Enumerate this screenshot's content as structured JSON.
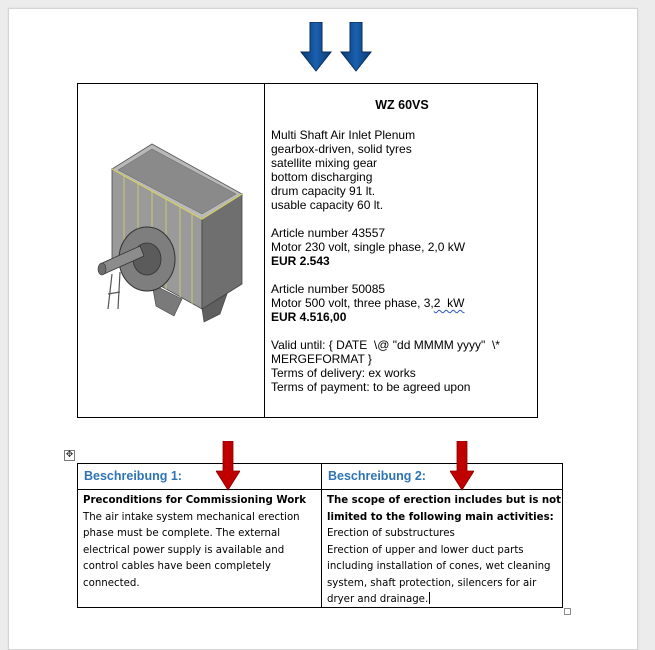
{
  "product": {
    "title": "WZ 60VS",
    "description": [
      "Multi Shaft Air Inlet Plenum",
      "gearbox-driven, solid tyres",
      "satellite mixing gear",
      "bottom discharging",
      "drum capacity 91 lt.",
      "usable capacity 60 lt."
    ],
    "option1": {
      "article": "Article number 43557",
      "motor": "Motor 230 volt, single phase, 2,0 kW",
      "price": "EUR 2.543"
    },
    "option2": {
      "article": "Article number 50085",
      "motor_prefix": "Motor 500 volt, three phase, 3,",
      "motor_squiggle": "2  kW",
      "price": "EUR 4.516,00"
    },
    "valid_line1": "Valid until: { DATE  \\@ \"dd MMMM yyyy\"  \\*",
    "valid_line2": "MERGEFORMAT }",
    "delivery": "Terms of delivery: ex works",
    "payment": "Terms of payment: to be agreed upon"
  },
  "description_table": {
    "col1": {
      "header": "Beschreibung 1:",
      "title": "Preconditions for Commissioning Work",
      "lines": [
        "The air intake system mechanical erection",
        "phase must be complete. The external",
        "electrical power supply is available and",
        "control cables have been completely",
        "connected."
      ]
    },
    "col2": {
      "header": "Beschreibung 2:",
      "title_lines": [
        "The scope of erection includes but is not",
        "limited to the following main activities:"
      ],
      "lines": [
        "Erection of substructures",
        "Erection of upper and lower duct parts",
        "including installation of cones, wet cleaning",
        "system, shaft protection, silencers for air",
        "dryer and drainage."
      ]
    }
  },
  "icons": {
    "move_handle": "move-arrows-icon",
    "resize_handle": "resize-handle-icon"
  },
  "colors": {
    "header_blue": "#2e74b5",
    "arrow_blue": "#0b4a8f",
    "arrow_red": "#c00000"
  }
}
